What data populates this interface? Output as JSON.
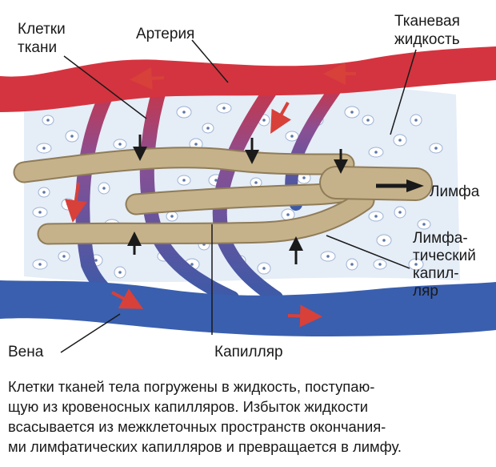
{
  "labels": {
    "tissue_cells": [
      "Клетки",
      "ткани"
    ],
    "artery": "Артерия",
    "tissue_fluid": [
      "Тканевая",
      "жидкость"
    ],
    "lymph": "Лимфа",
    "lymph_capillary": [
      "Лимфа-",
      "тический",
      "капил-",
      "ляр"
    ],
    "vein": "Вена",
    "capillary": "Капилляр"
  },
  "caption": [
    "Клетки тканей тела погружены в жидкость, поступаю-",
    "щую из кровеносных капилляров. Избыток жидкости",
    "всасывается из межклеточных пространств окончания-",
    "ми лимфатических капилляров и превращается в лимфу."
  ],
  "colors": {
    "artery": "#d4343f",
    "vein": "#3a5fae",
    "lymph_vessel": "#c6b28a",
    "tissue_fluid": "#e5edf7",
    "cell": "#ffffff",
    "arrow": "#d8403a"
  }
}
